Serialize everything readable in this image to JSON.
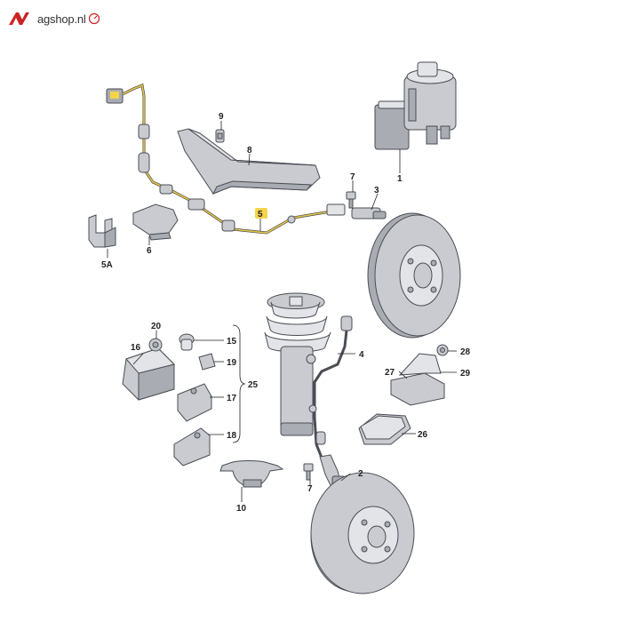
{
  "logo": {
    "text": "agshop.nl",
    "colors": {
      "mark": "#cc2222",
      "text": "#333333"
    }
  },
  "highlight_color": "#f4d44a",
  "callouts": {
    "c1": "1",
    "c2": "2",
    "c3": "3",
    "c4": "4",
    "c5": "5",
    "c5a": "5A",
    "c6": "6",
    "c7a": "7",
    "c7b": "7",
    "c8": "8",
    "c9": "9",
    "c10": "10",
    "c15": "15",
    "c16": "16",
    "c17": "17",
    "c18": "18",
    "c19": "19",
    "c20": "20",
    "c25": "25",
    "c26": "26",
    "c27": "27",
    "c28": "28",
    "c29": "29"
  }
}
